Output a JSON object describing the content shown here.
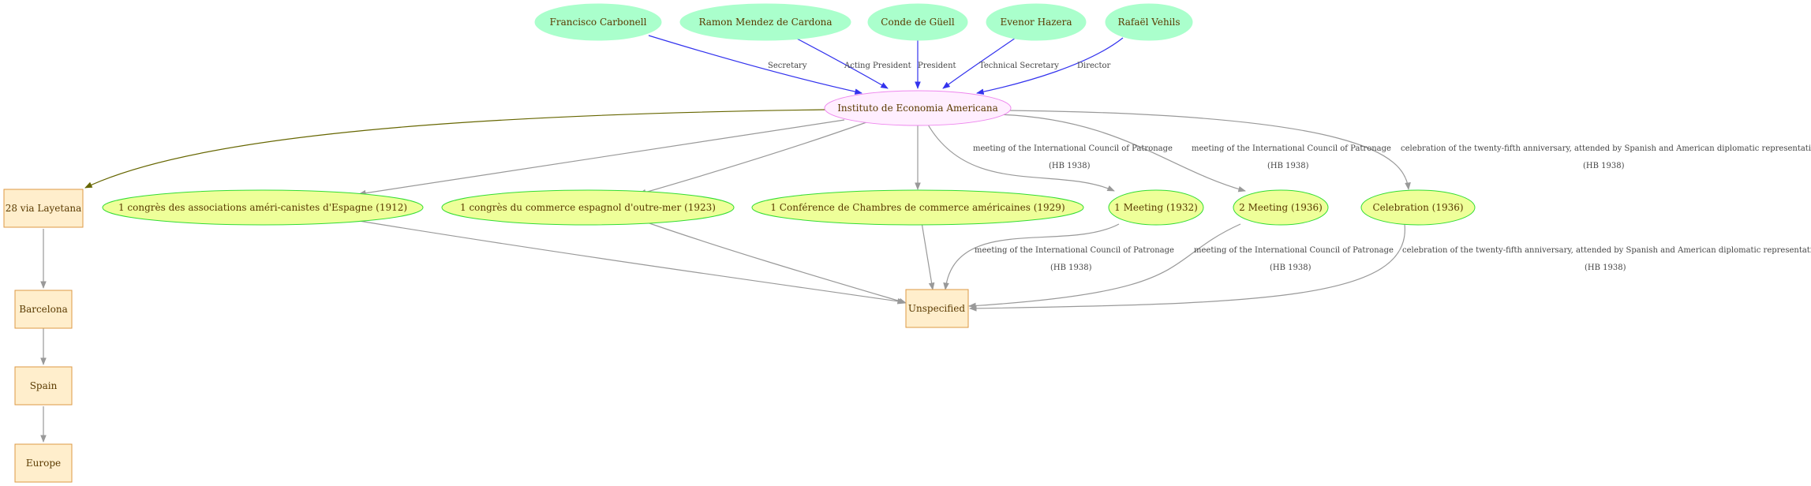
{
  "colors": {
    "person_fill": "#aaffcc",
    "institute_fill": "#ffeeff",
    "institute_stroke": "#ee88ee",
    "event_fill": "#eeff99",
    "event_stroke": "#33dd33",
    "place_fill": "#ffeecc",
    "place_stroke": "#dd9944",
    "role_edge": "#3333ee",
    "location_edge": "#666600",
    "gray_edge": "#999999",
    "text": "#5a3a00"
  },
  "nodes": {
    "person_carbonell": "Francisco Carbonell",
    "person_mendez": "Ramon Mendez de Cardona",
    "person_guell": "Conde de Güell",
    "person_hazera": "Evenor Hazera",
    "person_vehils": "Rafaël Vehils",
    "institute": "Instituto de Economia Americana",
    "place_layetana": "28 via Layetana",
    "place_barcelona": "Barcelona",
    "place_spain": "Spain",
    "place_europe": "Europe",
    "place_unspecified": "Unspecified",
    "event_1912": "1 congrès des associations améri-canistes d'Espagne (1912)",
    "event_1923": "1 congrès du commerce espagnol d'outre-mer (1923)",
    "event_1929": "1 Conférence de Chambres de commerce américaines (1929)",
    "event_1932": "1 Meeting (1932)",
    "event_1936": "2 Meeting (1936)",
    "event_celebration": "Celebration (1936)"
  },
  "edges": {
    "secretary": "Secretary",
    "acting_president": "Acting President",
    "president": "President",
    "technical_secretary": "Technical Secretary",
    "director": "Director",
    "meeting_label": "meeting of the International Council of Patronage",
    "celebration_label": "celebration of the twenty-fifth anniversary, attended by Spanish and American diplomatic representatives.",
    "source_label": "(HB 1938)"
  }
}
